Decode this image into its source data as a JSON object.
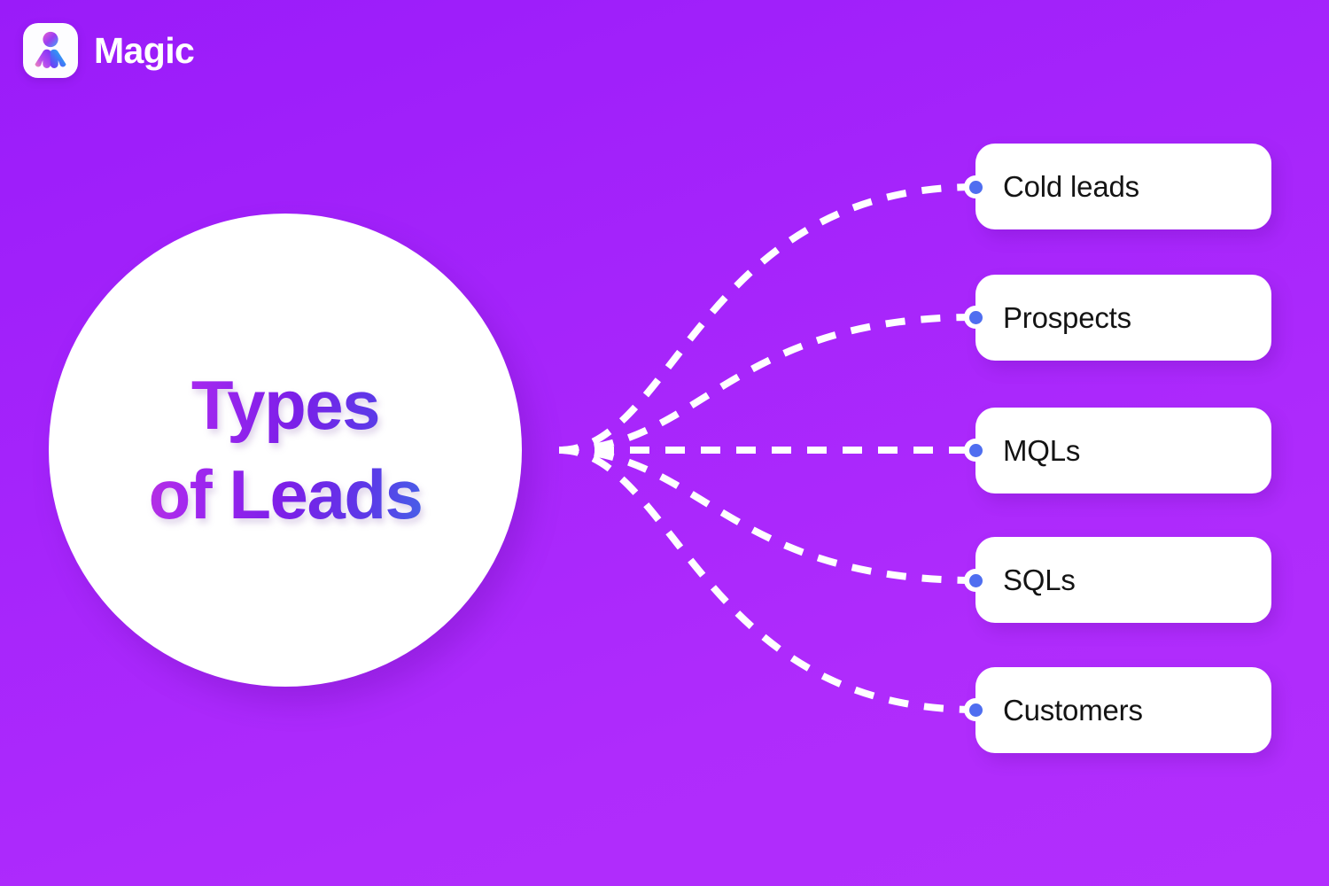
{
  "brand": {
    "name": "Magic",
    "logo_icon": "magic-person-mark-icon"
  },
  "hub": {
    "title_line1": "Types",
    "title_line2": "of Leads"
  },
  "nodes": [
    {
      "label": "Cold leads"
    },
    {
      "label": "Prospects"
    },
    {
      "label": "MQLs"
    },
    {
      "label": "SQLs"
    },
    {
      "label": "Customers"
    }
  ],
  "colors": {
    "background_top": "#9A1BF9",
    "background_bottom": "#B22EFD",
    "card_background": "#FFFFFF",
    "card_text": "#141414",
    "node_dot": "#4F6EF0",
    "connector_line": "#FFFFFF",
    "title_gradient_start": "#C438DA",
    "title_gradient_mid": "#7B1FE8",
    "title_gradient_end": "#3F6FE7",
    "brand_text": "#FFFFFF"
  },
  "chart_data": {
    "type": "diagram",
    "subtype": "radial-mindmap",
    "title": "Types of Leads",
    "hub_center": [
      322,
      508
    ],
    "hub_radius": 267,
    "branch_origin": [
      631,
      508
    ],
    "branches": [
      {
        "label": "Cold leads",
        "endpoint": [
          1101,
          211
        ]
      },
      {
        "label": "Prospects",
        "endpoint": [
          1101,
          358
        ]
      },
      {
        "label": "MQLs",
        "endpoint": [
          1101,
          508
        ]
      },
      {
        "label": "SQLs",
        "endpoint": [
          1101,
          655
        ]
      },
      {
        "label": "Customers",
        "endpoint": [
          1101,
          801
        ]
      }
    ],
    "line_style": "dashed",
    "legend": "none",
    "grid": false
  }
}
